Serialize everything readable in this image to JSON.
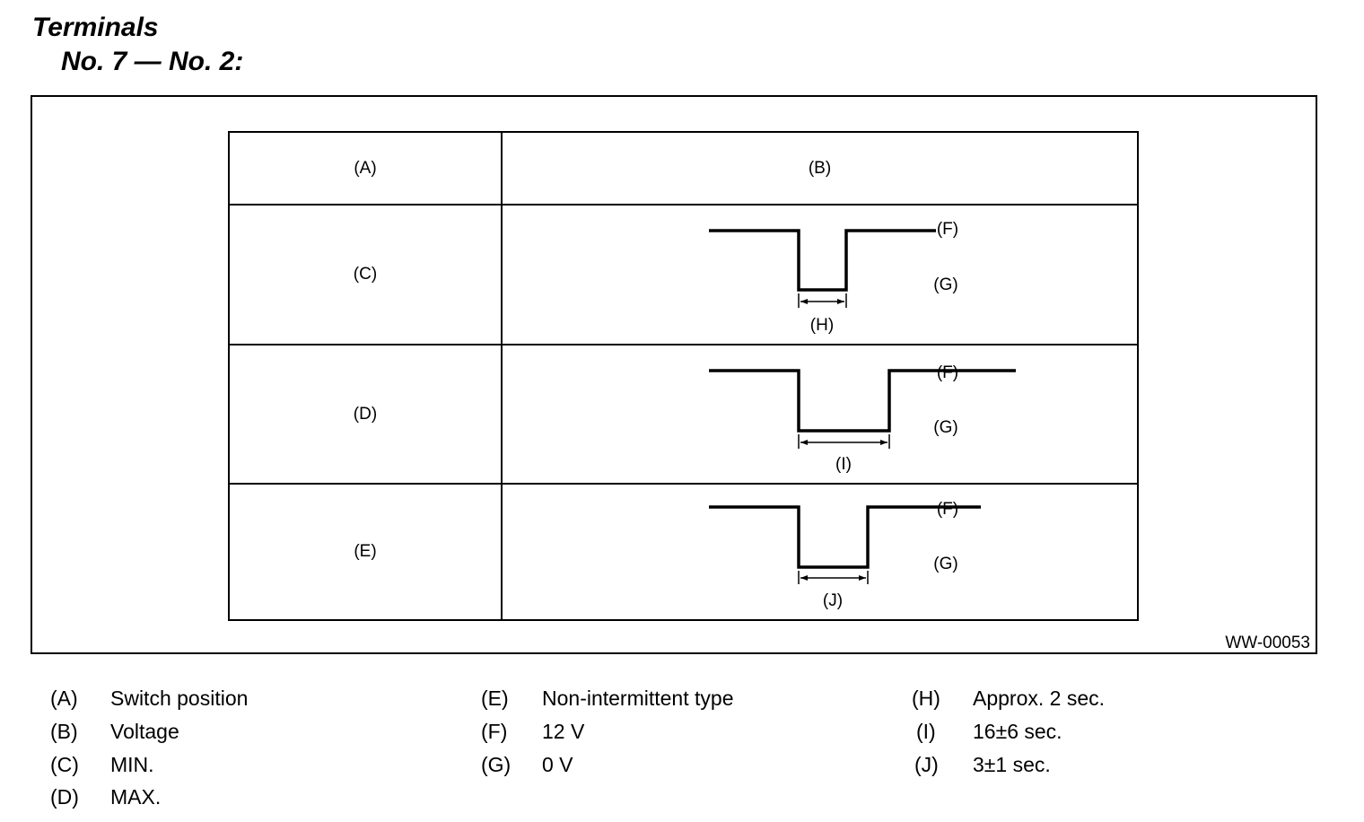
{
  "title": {
    "line1": "Terminals",
    "line2": "No. 7 — No. 2:"
  },
  "diagram": {
    "header": {
      "col_a": "(A)",
      "col_b": "(B)"
    },
    "rows": [
      {
        "label": "(C)",
        "high": "(F)",
        "low": "(G)",
        "duration": "(H)"
      },
      {
        "label": "(D)",
        "high": "(F)",
        "low": "(G)",
        "duration": "(I)"
      },
      {
        "label": "(E)",
        "high": "(F)",
        "low": "(G)",
        "duration": "(J)"
      }
    ],
    "code": "WW-00053"
  },
  "legend": [
    {
      "key": "(A)",
      "value": "Switch position"
    },
    {
      "key": "(B)",
      "value": "Voltage"
    },
    {
      "key": "(C)",
      "value": "MIN."
    },
    {
      "key": "(D)",
      "value": "MAX."
    },
    {
      "key": "(E)",
      "value": "Non-intermittent type"
    },
    {
      "key": "(F)",
      "value": "12 V"
    },
    {
      "key": "(G)",
      "value": "0 V"
    },
    {
      "key": "(H)",
      "value": "Approx. 2 sec."
    },
    {
      "key": "(I)",
      "value": "16±6 sec."
    },
    {
      "key": "(J)",
      "value": "3±1 sec."
    }
  ]
}
